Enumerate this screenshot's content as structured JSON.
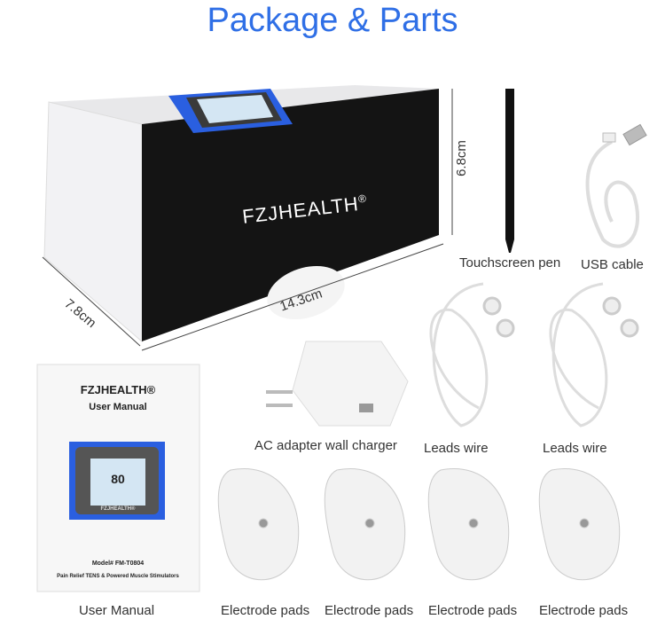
{
  "title": "Package & Parts",
  "box": {
    "brand": "FZJHEALTH",
    "registered": "®",
    "height_label": "6.8cm",
    "width_label": "14.3cm",
    "depth_label": "7.8cm"
  },
  "items": {
    "pen": "Touchscreen pen",
    "usb": "USB cable",
    "adapter": "AC adapter wall charger",
    "leads_1": "Leads wire",
    "leads_2": "Leads wire",
    "manual": "User Manual",
    "pads": [
      "Electrode pads",
      "Electrode pads",
      "Electrode pads",
      "Electrode pads"
    ]
  },
  "manual": {
    "brand": "FZJHEALTH®",
    "title": "User Manual",
    "screen_value": "80",
    "screen_brand": "FZJHEALTH®",
    "model": "Model# FM-T0804",
    "description": "Pain Relief TENS & Powered Muscle Stimulators"
  },
  "colors": {
    "title": "#2f6fe6",
    "screen_frame": "#2a5fe0",
    "box_front": "#141414"
  }
}
